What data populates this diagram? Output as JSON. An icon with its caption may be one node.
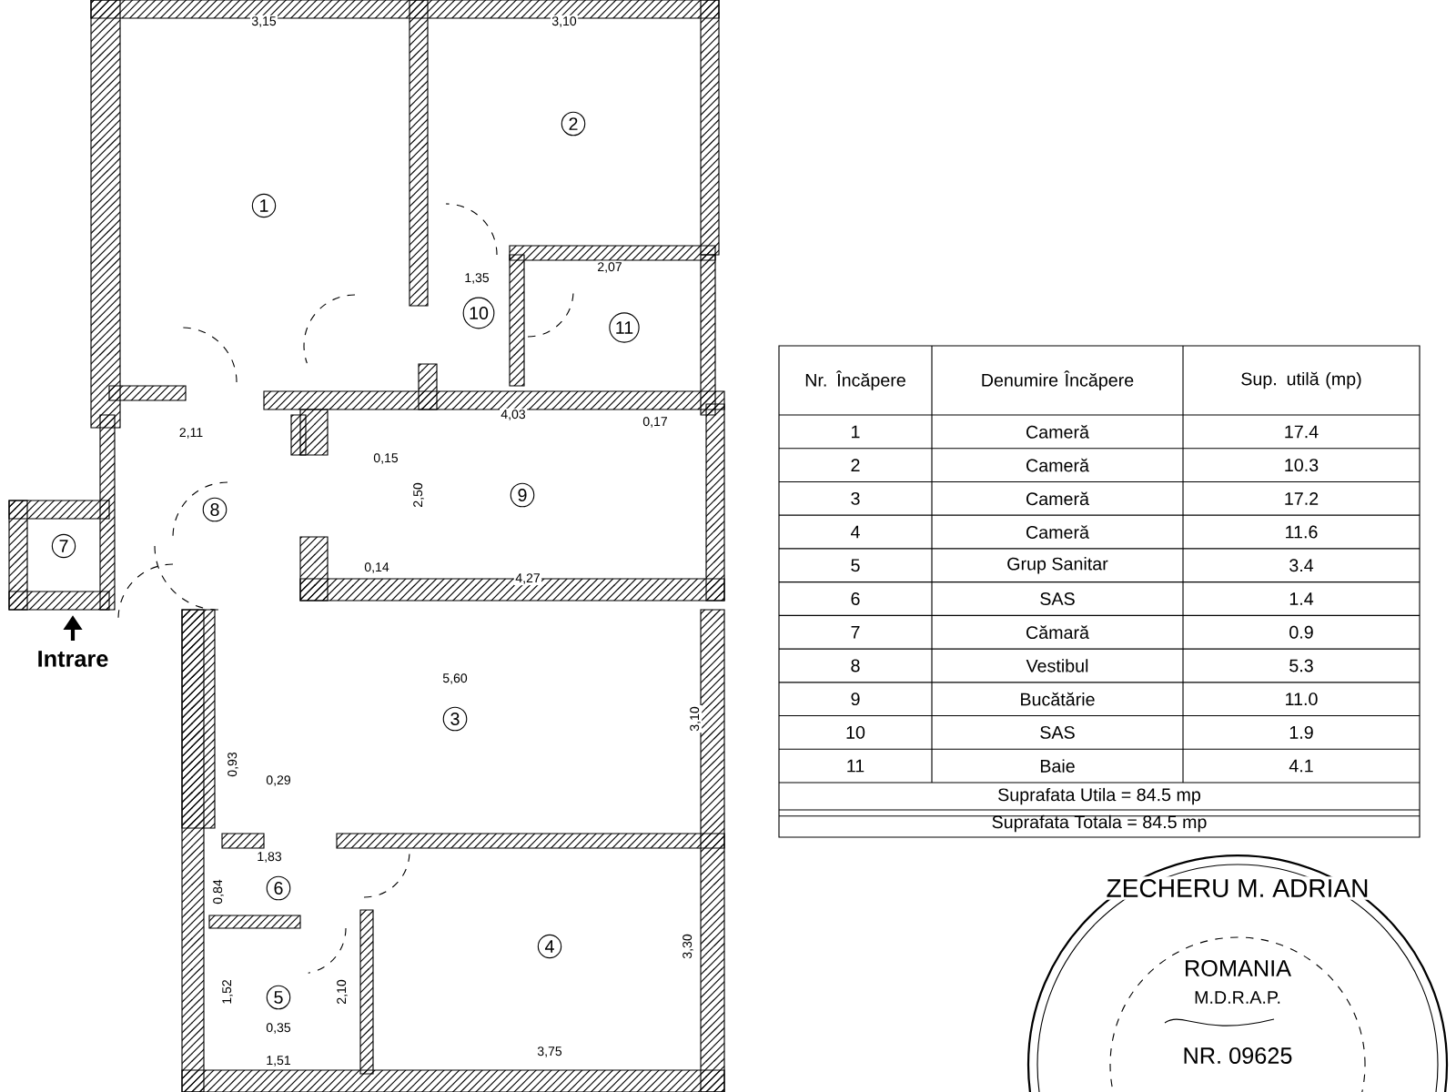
{
  "diagram": {
    "labels": [
      "1",
      "2",
      "10",
      "11",
      "8",
      "7",
      "Intrare",
      "9",
      "3",
      "6",
      "4",
      "5",
      "3,15",
      "3,10",
      "1,35",
      "2,07",
      "2,11",
      "4,03",
      "0,17",
      "0,15",
      "2,50",
      "0,14",
      "4,27",
      "5,60",
      "3,10",
      "0,93",
      "0,29",
      "1,83",
      "0,84",
      "1,52",
      "0,35",
      "2,10",
      "1,51",
      "3,30",
      "3,75",
      "Nr. Încăpere",
      "Denumire Încăpere",
      "Sup. utilă (mp)",
      "1",
      "Cameră",
      "17.4",
      "2",
      "Cameră",
      "10.3",
      "3",
      "Cameră",
      "17.2",
      "4",
      "Cameră",
      "11.6",
      "5",
      "Grup Sanitar",
      "3.4",
      "6",
      "SAS",
      "1.4",
      "7",
      "Cămară",
      "0.9",
      "8",
      "Vestibul",
      "5.3",
      "9",
      "Bucătărie",
      "11.0",
      "10",
      "SAS",
      "1.9",
      "11",
      "Baie",
      "4.1",
      "Suprafata Utila = 84.5 mp",
      "Suprafata Totala = 84.5 mp",
      "ZECHERU M. ADRIAN",
      "ROMANIA",
      "M.D.R.A.P.",
      "NR. 09625"
    ]
  }
}
